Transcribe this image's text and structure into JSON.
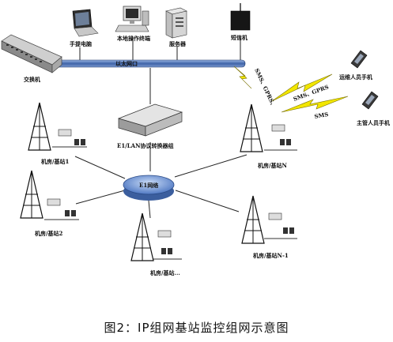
{
  "labels": {
    "laptop": "手提电脑",
    "local_terminal": "本地操作终端",
    "server": "服务器",
    "sms_device": "短信机",
    "switch": "交换机",
    "backbone": "以太网口",
    "converter": "E1/LAN协议转换器组",
    "e1_network": "E1网络",
    "maint_phone": "运维人员手机",
    "manager_phone": "主管人员手机",
    "wave_gprs": "SMS、GPRS、",
    "wave_sms_gprs": "SMS、GPRS",
    "wave_sms": "SMS",
    "station_1": "机房/基站1",
    "station_2": "机房/基站2",
    "station_mid": "机房/基站...",
    "station_n1": "机房/基站N-1",
    "station_n": "机房/基站N"
  },
  "caption": "图2：IP组网基站监控组网示意图",
  "colors": {
    "bar": "#4a6fb0",
    "lightning": "#f2e600",
    "ring": "#5a82c8",
    "line": "#222222"
  }
}
